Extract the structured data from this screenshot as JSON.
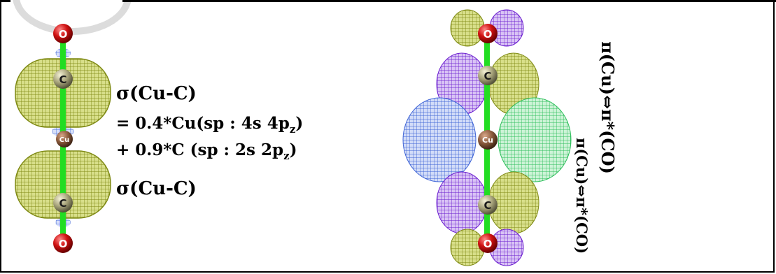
{
  "left_panel": {
    "sigma_top": "σ(Cu-C)",
    "line1": "= 0.4*Cu(sp : 4s 4p",
    "line1_sub": "z",
    "line1_end": ")",
    "line2": "+ 0.9*C (sp : 2s 2p",
    "line2_sub": "z",
    "line2_end": ")",
    "sigma_bottom": "σ(Cu-C)"
  },
  "right_panel": {
    "label_outer": "π(Cu)⇔π*(CO)",
    "label_inner": "π(Cu)⇔π*(CO)"
  },
  "atoms": {
    "oxygen": "O",
    "carbon": "C",
    "copper": "Cu"
  },
  "colors": {
    "olive_lobe": "#8f9a1e",
    "olive_fill": "#c9d36a",
    "purple_lobe": "#7a2fd0",
    "blue_lobe": "#4a6fd8",
    "green_lobe": "#3fc76a",
    "bond": "#22dd22",
    "oxygen_atom": "#cc1010",
    "carbon_atom": "#a7a47a",
    "copper_atom": "#8a5a3c"
  }
}
